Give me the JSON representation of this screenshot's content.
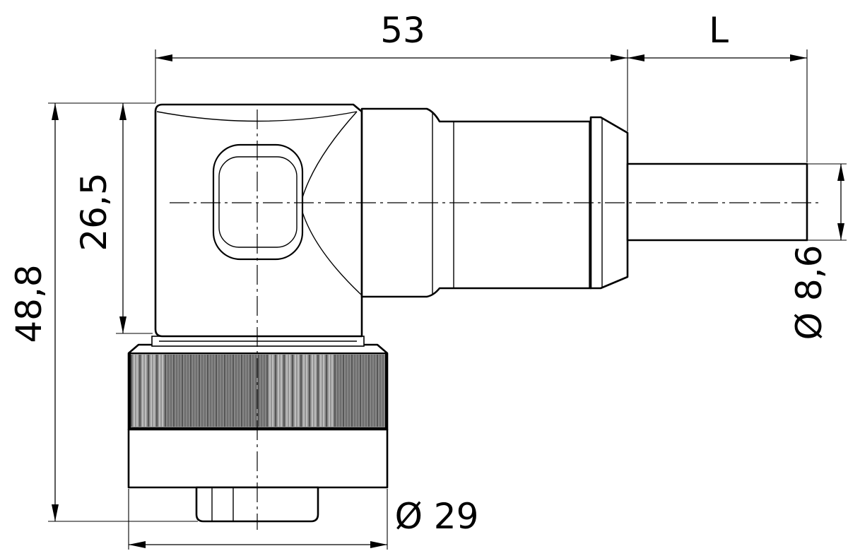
{
  "dimensions": {
    "overall_length": "53",
    "cable_length": "L",
    "total_height": "48,8",
    "body_height": "26,5",
    "cable_diameter": "Ø 8,6",
    "nut_diameter": "Ø 29"
  },
  "colors": {
    "line": "#000000",
    "background": "#ffffff",
    "knurl_dark": "#6e6e6e",
    "knurl_light": "#bdbdbd"
  }
}
